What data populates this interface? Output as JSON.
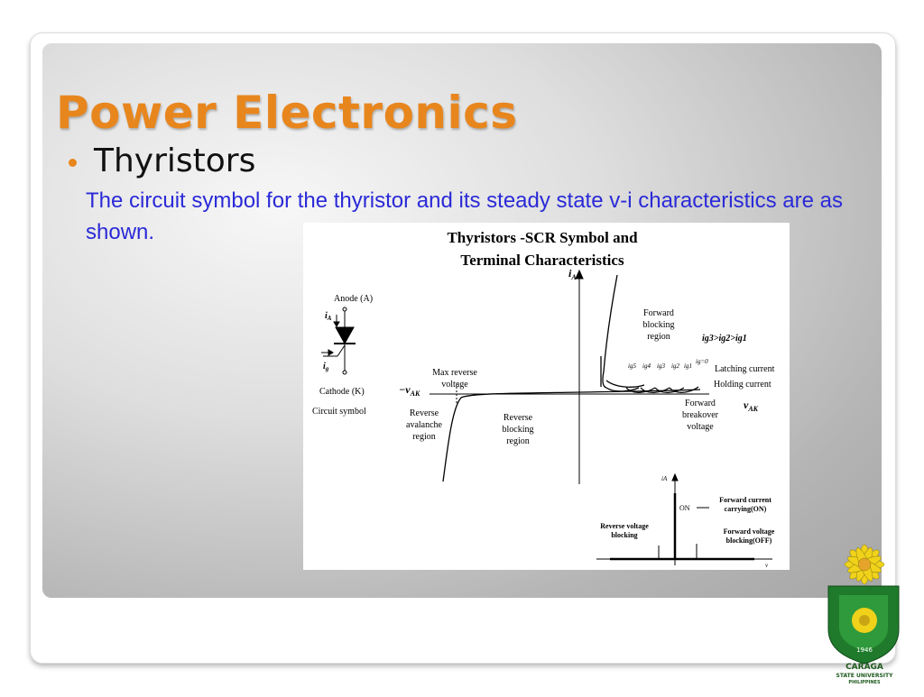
{
  "slide": {
    "title": "Power Electronics",
    "bullet": "Thyristors",
    "body": "The circuit symbol for the thyristor and its steady state v-i characteristics are as shown."
  },
  "diagram": {
    "title_line1": "Thyristors -SCR Symbol and",
    "title_line2": "Terminal Characteristics",
    "symbol": {
      "anode": "Anode (A)",
      "cathode": "Cathode (K)",
      "caption": "Circuit symbol",
      "ia": "i",
      "ia_sub": "A",
      "ig": "i",
      "ig_sub": "g"
    },
    "axis": {
      "y_main": "i",
      "y_sub": "A",
      "neg_x": "−v",
      "neg_x_sub": "AK",
      "pos_x": "v",
      "pos_x_sub": "AK"
    },
    "labels": {
      "max_reverse_1": "Max reverse",
      "max_reverse_2": "voltage",
      "fwd_block_1": "Forward",
      "fwd_block_2": "blocking",
      "fwd_block_3": "region",
      "ig_order": "ig3>ig2>ig1",
      "latching": "Latching current",
      "holding": "Holding current",
      "fwd_breakover_1": "Forward",
      "fwd_breakover_2": "breakover",
      "fwd_breakover_3": "voltage",
      "rev_aval_1": "Reverse",
      "rev_aval_2": "avalanche",
      "rev_aval_3": "region",
      "rev_block_1": "Reverse",
      "rev_block_2": "blocking",
      "rev_block_3": "region",
      "ig5": "ig5",
      "ig4": "ig4",
      "ig3": "ig3",
      "ig2": "ig2",
      "ig1": "ig1",
      "ig0": "ig=0"
    },
    "ideal": {
      "y_axis": "iA",
      "x_axis": "v",
      "on": "ON",
      "fwd_current_1": "Forward current",
      "fwd_current_2": "carrying(ON)",
      "rev_voltage_1": "Reverse voltage",
      "rev_voltage_2": "blocking",
      "fwd_voltage_1": "Forward voltage",
      "fwd_voltage_2": "blocking(OFF)"
    }
  },
  "logo": {
    "name_line1": "CARAGA",
    "name_line2": "STATE UNIVERSITY",
    "name_line3": "PHILIPPINES",
    "year": "1946"
  }
}
